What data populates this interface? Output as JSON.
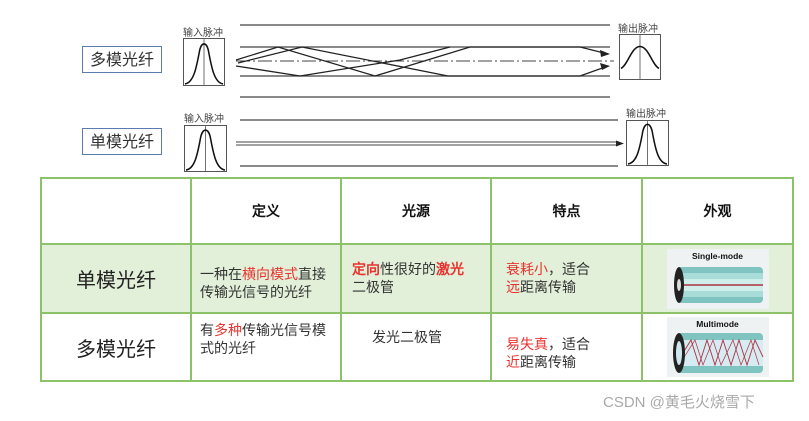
{
  "diagram": {
    "multimode": {
      "label": "多模光纤",
      "input_caption": "输入脉冲",
      "output_caption": "输出脉冲",
      "output_pulse_shape": "broadened"
    },
    "singlemode": {
      "label": "单模光纤",
      "input_caption": "输入脉冲",
      "output_caption": "输出脉冲",
      "output_pulse_shape": "narrow"
    }
  },
  "table": {
    "headers": [
      "",
      "定义",
      "光源",
      "特点",
      "外观"
    ],
    "rows": [
      {
        "name": "单模光纤",
        "definition": {
          "p1": "一种在",
          "p2_red": "横向模式",
          "p3": "直接传输光信号的光纤"
        },
        "light_source": {
          "p1_red": "定向",
          "p2": "性很好的",
          "p3_red": "激光",
          "p4": "二极管"
        },
        "feature": {
          "p1_red": "衰耗小",
          "p2": "，适合",
          "p3_red": "远",
          "p4": "距离传输"
        },
        "appearance": {
          "image_label": "Single-mode"
        }
      },
      {
        "name": "多模光纤",
        "definition": {
          "p1": "有",
          "p2_red": "多种",
          "p3": "传输光信号模式的光纤"
        },
        "light_source": {
          "p1": "发光二极管"
        },
        "feature": {
          "p1_red": "易失真",
          "p2": "，适合",
          "p3_red": "近",
          "p4": "距离传输"
        },
        "appearance": {
          "image_label": "Multimode"
        }
      }
    ]
  },
  "colors": {
    "table_border": "#8cc269",
    "row_highlight": "#e2efd9",
    "emphasis_red": "#e8332f",
    "label_border": "#5b7bb0"
  },
  "watermark": "CSDN @黄毛火烧雪下"
}
